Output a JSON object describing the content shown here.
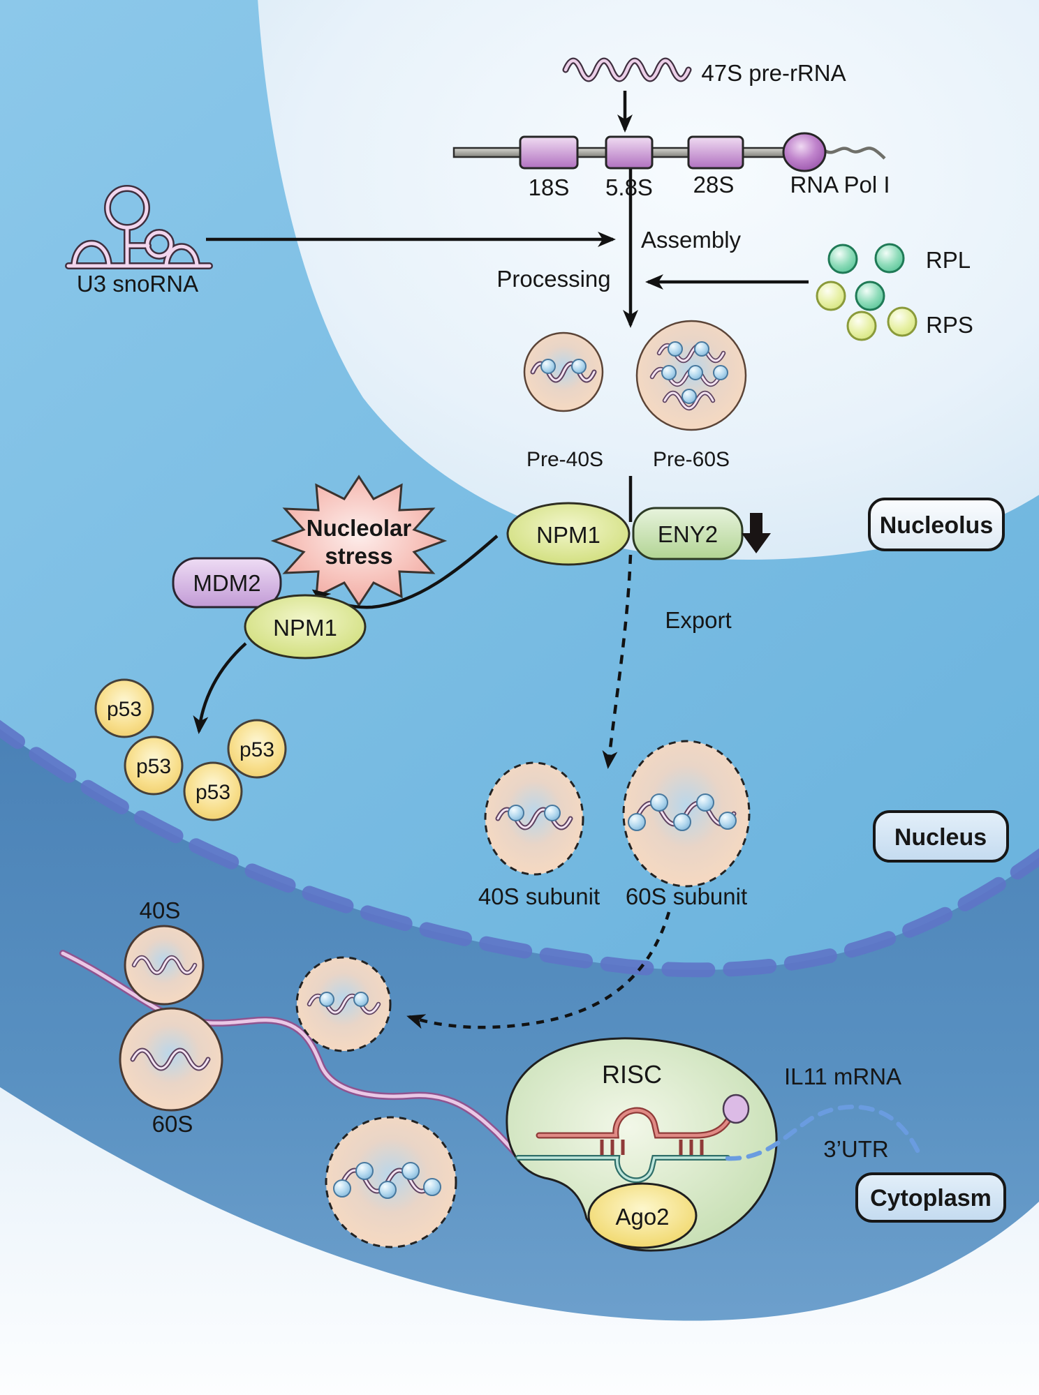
{
  "figure": {
    "regions": {
      "nucleolus": "Nucleolus",
      "nucleus": "Nucleus",
      "cytoplasm": "Cytoplasm"
    },
    "top_pathway": {
      "pre_rrna": "47S pre-rRNA",
      "gene_segments": [
        "18S",
        "5.8S",
        "28S"
      ],
      "polymerase": "RNA Pol I",
      "snorna": "U3 snoRNA",
      "assembly": "Assembly",
      "processing": "Processing",
      "rpl": "RPL",
      "rps": "RPS",
      "pre40s": "Pre-40S",
      "pre60s": "Pre-60S"
    },
    "stress_pathway": {
      "stress_line1": "Nucleolar",
      "stress_line2": "stress",
      "mdm2": "MDM2",
      "npm1": "NPM1",
      "eny2": "ENY2",
      "p53": "p53",
      "export": "Export"
    },
    "nucleus_items": {
      "subunit40": "40S subunit",
      "subunit60": "60S subunit"
    },
    "cytoplasm_items": {
      "s40": "40S",
      "s60": "60S",
      "risc": "RISC",
      "ago2": "Ago2",
      "il11": "IL11 mRNA",
      "utr": "3’UTR"
    },
    "colors": {
      "nucleus_blue": "#7fc0e5",
      "nucleolus_light": "#eef5fb",
      "cytoplasm_blue": "#4f87bc",
      "membrane_dash": "#5e74c6",
      "ribosome_peach": "#f5d6bd",
      "stress_star": "#f2a79f",
      "p53_yellow": "#f2cd66",
      "mdm2_purple": "#c9a3da",
      "npm1_green": "#cddd6e",
      "eny2_green": "#bcd9a0",
      "rpl_green": "#58c79b",
      "rps_yellow": "#dcea90",
      "risc_green": "#c9dfb6",
      "ago2_yellow": "#f0d65e",
      "mrna_pink": "#c583c0",
      "mirna_red": "#c0504d",
      "utr_blue": "#6a9ce0",
      "dot_blue": "#9ccae6",
      "gene_purple": "#bb80c8"
    }
  }
}
